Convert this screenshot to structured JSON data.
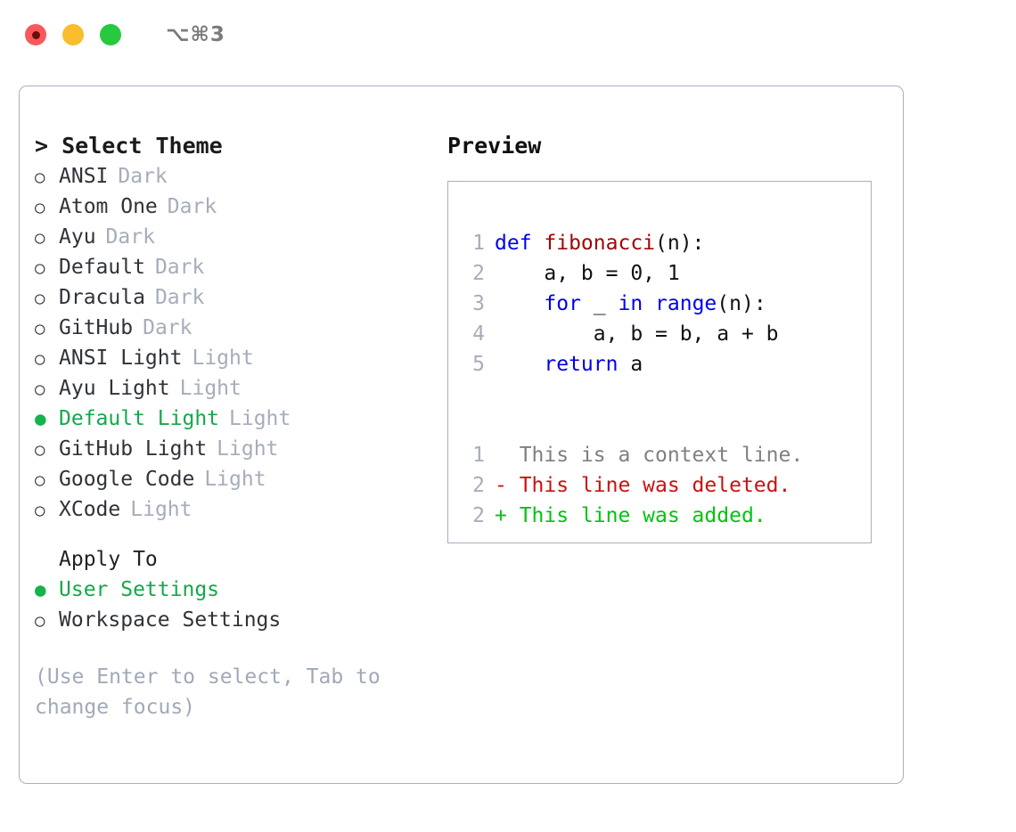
{
  "window": {
    "shortcut": "⌥⌘3",
    "traffic_lights": [
      "close-red",
      "minimize-yellow",
      "maximize-green"
    ]
  },
  "theme_picker": {
    "header": "> Select Theme",
    "items": [
      {
        "marker": "○",
        "label": "ANSI",
        "tag": "Dark",
        "selected": false
      },
      {
        "marker": "○",
        "label": "Atom One",
        "tag": "Dark",
        "selected": false
      },
      {
        "marker": "○",
        "label": "Ayu",
        "tag": "Dark",
        "selected": false
      },
      {
        "marker": "○",
        "label": "Default",
        "tag": "Dark",
        "selected": false
      },
      {
        "marker": "○",
        "label": "Dracula",
        "tag": "Dark",
        "selected": false
      },
      {
        "marker": "○",
        "label": "GitHub",
        "tag": "Dark",
        "selected": false
      },
      {
        "marker": "○",
        "label": "ANSI Light",
        "tag": "Light",
        "selected": false
      },
      {
        "marker": "○",
        "label": "Ayu Light",
        "tag": "Light",
        "selected": false
      },
      {
        "marker": "●",
        "label": "Default Light",
        "tag": "Light",
        "selected": true
      },
      {
        "marker": "○",
        "label": "GitHub Light",
        "tag": "Light",
        "selected": false
      },
      {
        "marker": "○",
        "label": "Google Code",
        "tag": "Light",
        "selected": false
      },
      {
        "marker": "○",
        "label": "XCode",
        "tag": "Light",
        "selected": false
      }
    ]
  },
  "apply_to": {
    "header": "Apply To",
    "items": [
      {
        "marker": "●",
        "label": "User Settings",
        "selected": true
      },
      {
        "marker": "○",
        "label": "Workspace Settings",
        "selected": false
      }
    ]
  },
  "hint": {
    "line1": "(Use Enter to select, Tab to",
    "line2": "change focus)"
  },
  "preview": {
    "title": "Preview",
    "code_lines": [
      {
        "num": "1",
        "tokens": [
          {
            "text": "def ",
            "type": "kw"
          },
          {
            "text": "fibonacci",
            "type": "fn"
          },
          {
            "text": "(n):",
            "type": "pl"
          }
        ]
      },
      {
        "num": "2",
        "tokens": [
          {
            "text": "    a, b = 0, 1",
            "type": "pl"
          }
        ]
      },
      {
        "num": "3",
        "tokens": [
          {
            "text": "    ",
            "type": "pl"
          },
          {
            "text": "for",
            "type": "kw"
          },
          {
            "text": " _ ",
            "type": "pl"
          },
          {
            "text": "in",
            "type": "kw"
          },
          {
            "text": " ",
            "type": "pl"
          },
          {
            "text": "range",
            "type": "kw"
          },
          {
            "text": "(n):",
            "type": "pl"
          }
        ]
      },
      {
        "num": "4",
        "tokens": [
          {
            "text": "        a, b = b, a + b",
            "type": "pl"
          }
        ]
      },
      {
        "num": "5",
        "tokens": [
          {
            "text": "    ",
            "type": "pl"
          },
          {
            "text": "return",
            "type": "kw"
          },
          {
            "text": " a",
            "type": "pl"
          }
        ]
      }
    ],
    "diff_lines": [
      {
        "num": "1",
        "text": "  This is a context line.",
        "type": "ctx"
      },
      {
        "num": "2",
        "text": "- This line was deleted.",
        "type": "del"
      },
      {
        "num": "2",
        "text": "+ This line was added.",
        "type": "add"
      }
    ]
  },
  "colors": {
    "selected_green": "#14a84a",
    "tag_gray": "#a6adba",
    "border": "#a7b0c0",
    "keyword_blue": "#0000ee",
    "function_red": "#a00606",
    "diff_deleted": "#cc1111",
    "diff_added": "#00c40f",
    "diff_context": "#808080"
  }
}
